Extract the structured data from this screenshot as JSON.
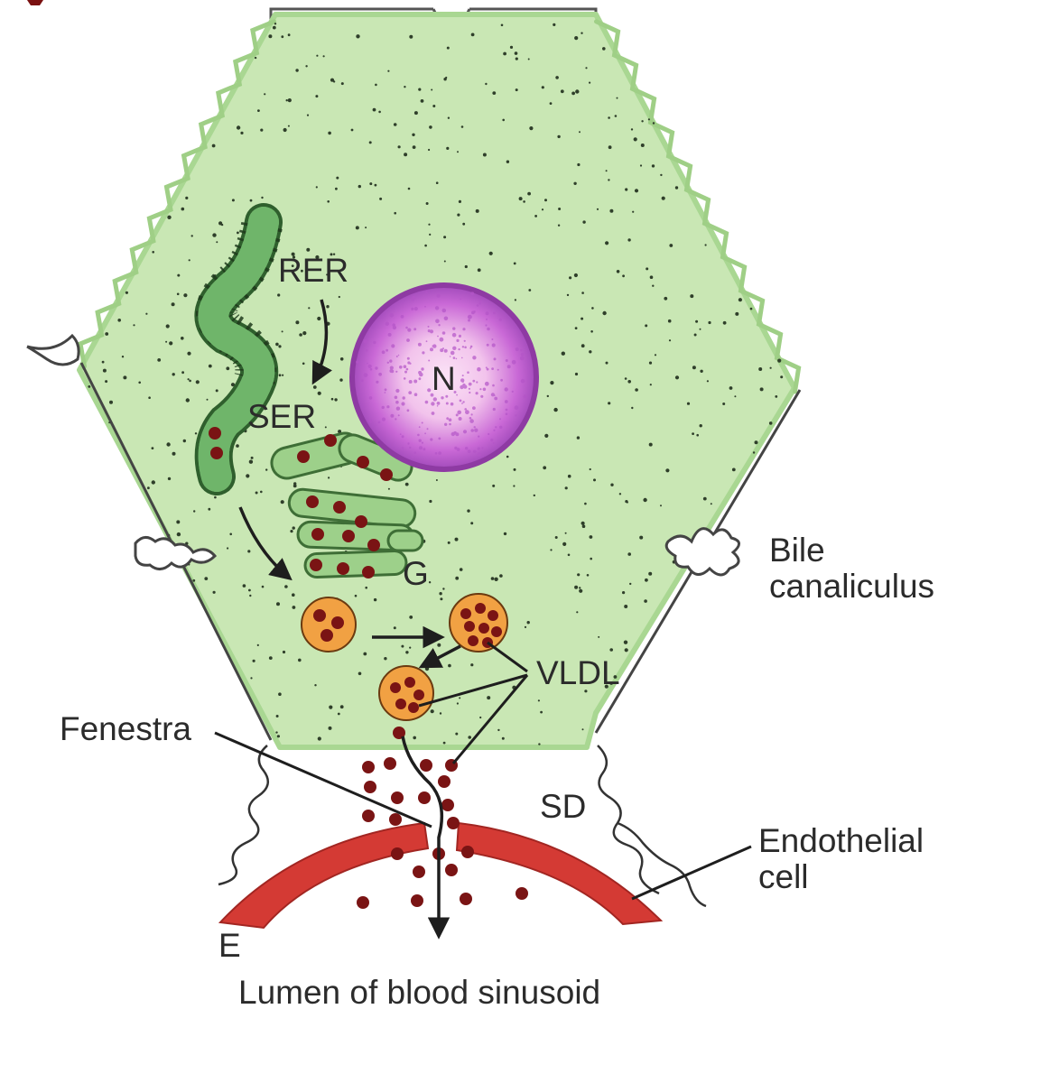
{
  "labels": {
    "rer": "RER",
    "ser": "SER",
    "nucleus": "N",
    "golgi": "G",
    "vldl": "VLDL",
    "bile_line1": "Bile",
    "bile_line2": "canaliculus",
    "fenestra": "Fenestra",
    "sd": "SD",
    "endo_line1": "Endothelial",
    "endo_line2": "cell",
    "e": "E",
    "lumen": "Lumen of blood sinusoid"
  },
  "colors": {
    "cytoplasm": "#c9e7b4",
    "cell_edge": "#9fcf86",
    "er_fill": "#6fb56a",
    "er_stroke": "#2f5f2d",
    "nucleus_outer": "#a94ac0",
    "nucleus_inner": "#f2c3ec",
    "vesicle": "#f1a143",
    "particle": "#7a1414",
    "endothelium": "#d43a34",
    "line": "#2b2b2b"
  }
}
